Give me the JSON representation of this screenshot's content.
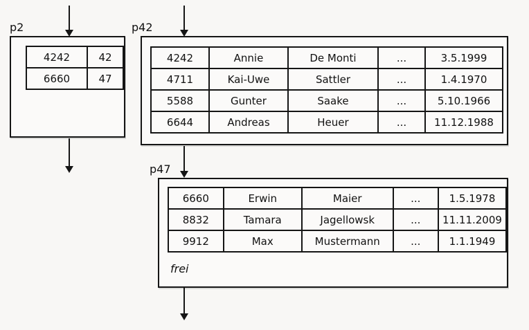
{
  "diagram_title": "index-and-data-pages",
  "pages": {
    "p2": {
      "label": "p2",
      "rows": [
        [
          "4242",
          "42"
        ],
        [
          "6660",
          "47"
        ]
      ]
    },
    "p42": {
      "label": "p42",
      "rows": [
        [
          "4242",
          "Annie",
          "De Monti",
          "...",
          "3.5.1999"
        ],
        [
          "4711",
          "Kai-Uwe",
          "Sattler",
          "...",
          "1.4.1970"
        ],
        [
          "5588",
          "Gunter",
          "Saake",
          "...",
          "5.10.1966"
        ],
        [
          "6644",
          "Andreas",
          "Heuer",
          "...",
          "11.12.1988"
        ]
      ]
    },
    "p47": {
      "label": "p47",
      "rows": [
        [
          "6660",
          "Erwin",
          "Maier",
          "...",
          "1.5.1978"
        ],
        [
          "8832",
          "Tamara",
          "Jagellowsk",
          "...",
          "11.11.2009"
        ],
        [
          "9912",
          "Max",
          "Mustermann",
          "...",
          "1.1.1949"
        ]
      ],
      "free_label": "frei"
    }
  },
  "colors": {
    "background": "#f8f7f5",
    "line": "#151515"
  }
}
